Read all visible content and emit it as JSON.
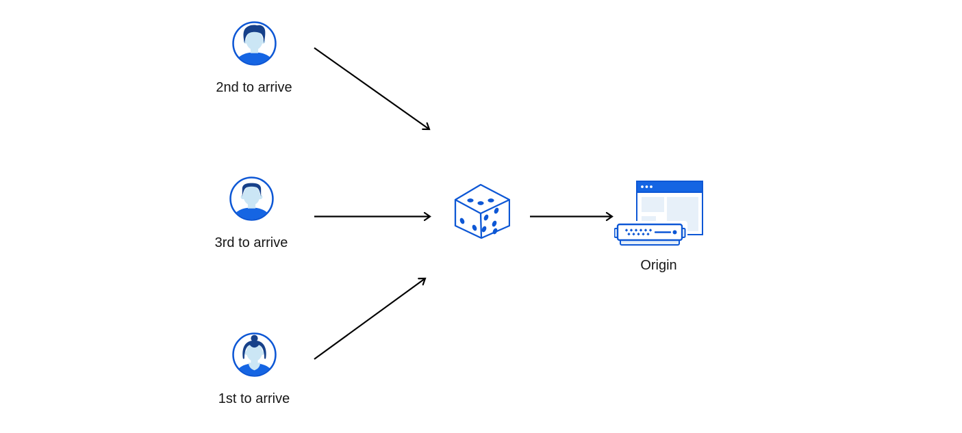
{
  "diagram": {
    "clients": [
      {
        "label": "2nd to arrive",
        "icon": "avatar-man-side-part-icon"
      },
      {
        "label": "3rd to arrive",
        "icon": "avatar-man-flat-top-icon"
      },
      {
        "label": "1st to arrive",
        "icon": "avatar-woman-bun-icon"
      }
    ],
    "randomizer": {
      "icon": "dice-icon"
    },
    "origin": {
      "label": "Origin",
      "icon": "origin-server-browser-icon"
    },
    "connections": [
      {
        "from": "2nd to arrive",
        "to": "dice"
      },
      {
        "from": "3rd to arrive",
        "to": "dice"
      },
      {
        "from": "1st to arrive",
        "to": "dice"
      },
      {
        "from": "dice",
        "to": "Origin"
      }
    ],
    "colors": {
      "stroke_blue": "#0d57d5",
      "bright_blue": "#1565e3",
      "hair_navy": "#17418a",
      "skin_light_blue": "#cbe6f5",
      "panel_light_blue": "#e7f0f9",
      "arrow_black": "#000000",
      "label_text": "#161616",
      "background": "#ffffff"
    }
  }
}
